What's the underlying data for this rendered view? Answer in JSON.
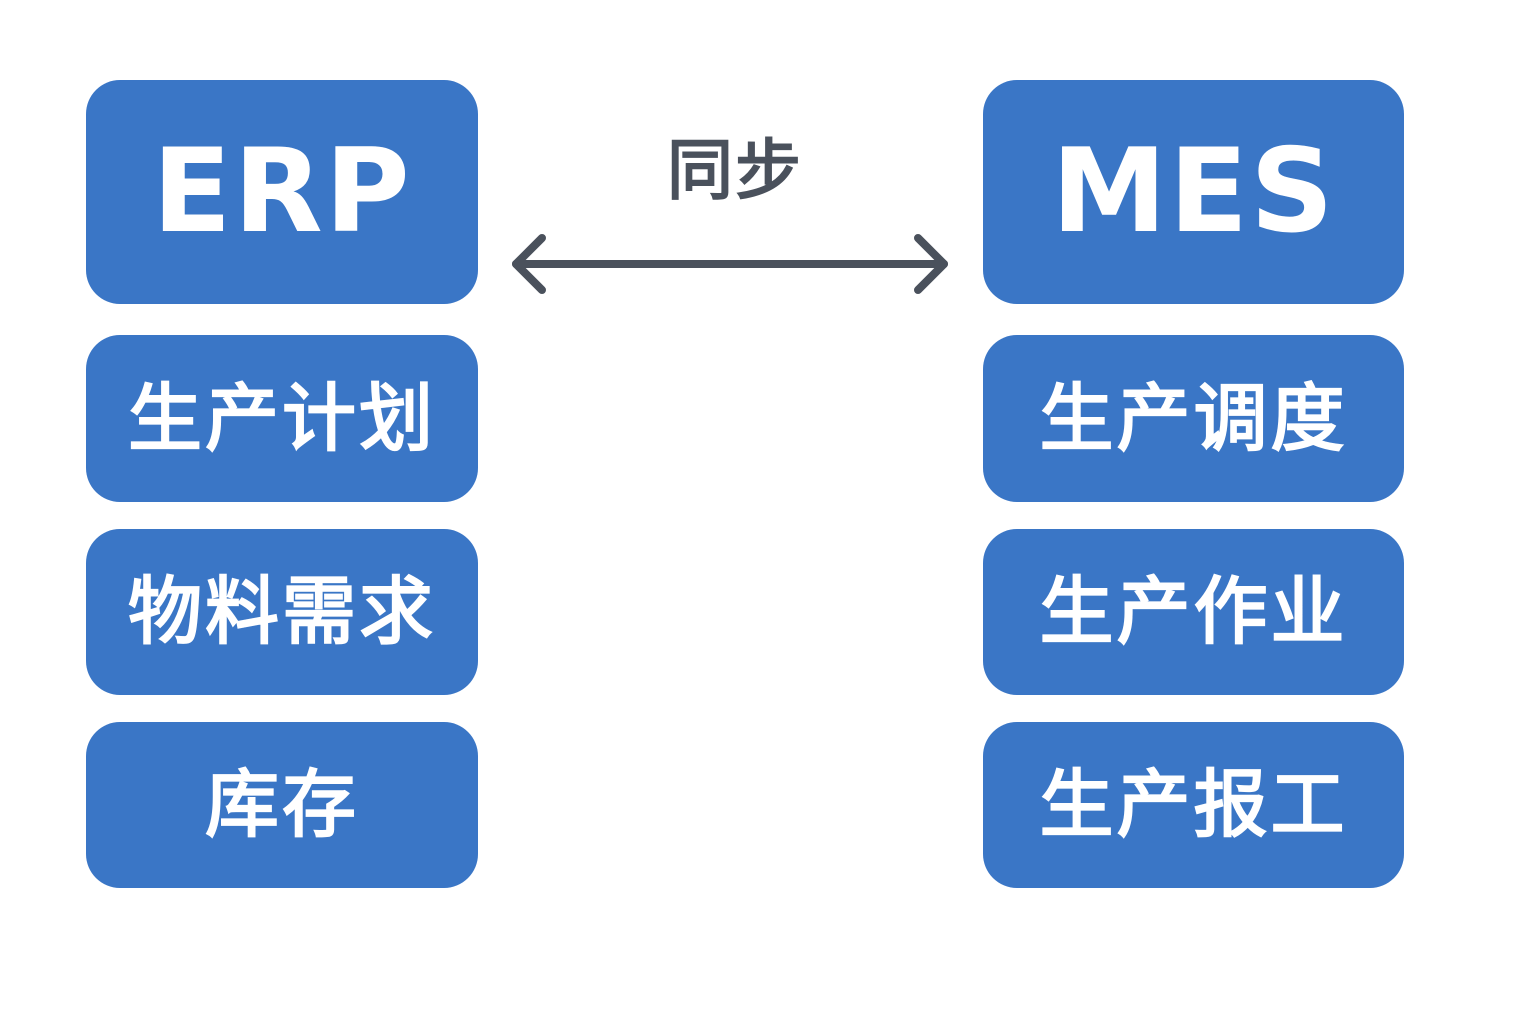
{
  "erp": {
    "title": "ERP",
    "items": [
      "生产计划",
      "物料需求",
      "库存"
    ]
  },
  "mes": {
    "title": "MES",
    "items": [
      "生产调度",
      "生产作业",
      "生产报工"
    ]
  },
  "sync": {
    "label": "同步",
    "direction": "bidirectional"
  },
  "colors": {
    "box": "#3a76c6",
    "box_text": "#ffffff",
    "arrow": "#4a515c",
    "background": "#ffffff"
  }
}
